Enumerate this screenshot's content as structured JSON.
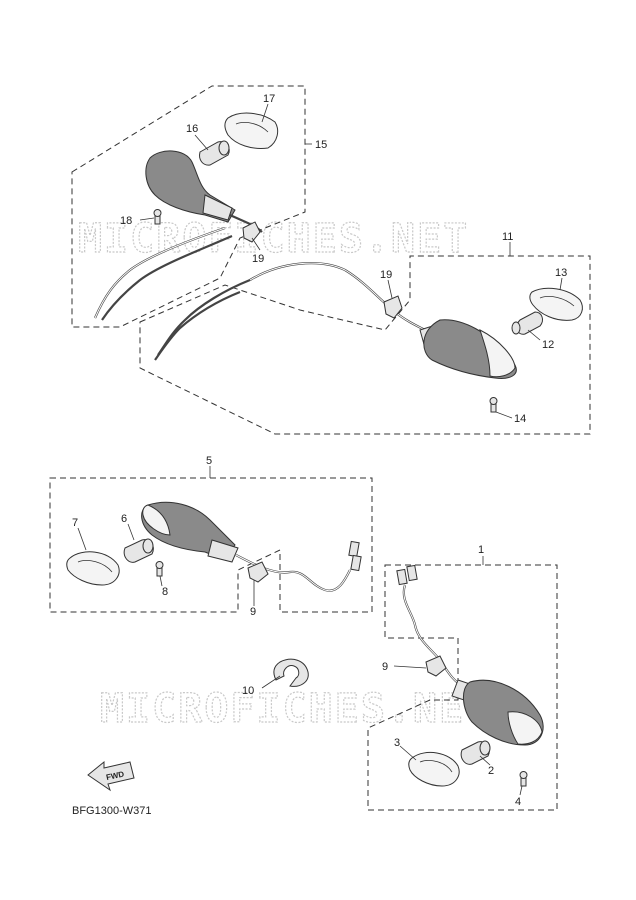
{
  "watermark": "MICROFICHES.NET",
  "diagram_code": "BFG1300-W371",
  "fwd_label": "FWD",
  "callouts": {
    "p1": "1",
    "p2": "2",
    "p3": "3",
    "p4": "4",
    "p5": "5",
    "p6": "6",
    "p7": "7",
    "p8": "8",
    "p9a": "9",
    "p9b": "9",
    "p10": "10",
    "p11": "11",
    "p12": "12",
    "p13": "13",
    "p14": "14",
    "p15": "15",
    "p16": "16",
    "p17": "17",
    "p18": "18",
    "p19a": "19",
    "p19b": "19"
  }
}
